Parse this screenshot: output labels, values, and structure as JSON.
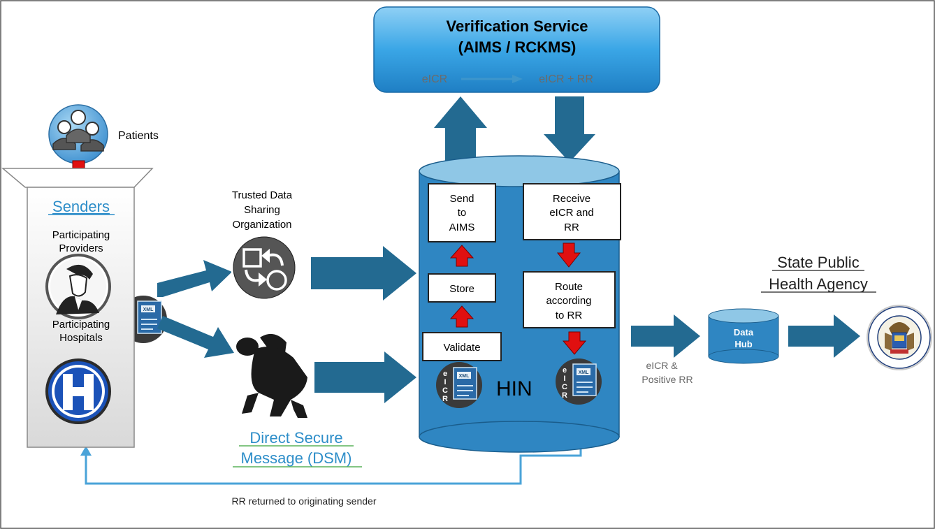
{
  "verification": {
    "title_line1": "Verification Service",
    "title_line2": "(AIMS / RCKMS)",
    "flow_from": "eICR",
    "flow_to": "eICR + RR"
  },
  "patients_label": "Patients",
  "senders": {
    "title": "Senders",
    "providers_line1": "Participating",
    "providers_line2": "Providers",
    "hospitals_line1": "Participating",
    "hospitals_line2": "Hospitals"
  },
  "trusted_org": {
    "line1": "Trusted Data",
    "line2": "Sharing",
    "line3": "Organization"
  },
  "dsm": {
    "line1": "Direct Secure",
    "line2": "Message (DSM)"
  },
  "hin": {
    "label": "HIN",
    "send_line1": "Send",
    "send_line2": "to",
    "send_line3": "AIMS",
    "store": "Store",
    "validate": "Validate",
    "receive_line1": "Receive",
    "receive_line2": "eICR and",
    "receive_line3": "RR",
    "route_line1": "Route",
    "route_line2": "according",
    "route_line3": "to RR"
  },
  "doc_icon": {
    "side_letters": [
      "e",
      "I",
      "C",
      "R"
    ],
    "tag": "XML"
  },
  "output_label_line1": "eICR &",
  "output_label_line2": "Positive RR",
  "data_hub": {
    "line1": "Data",
    "line2": "Hub"
  },
  "agency": {
    "line1": "State Public",
    "line2": "Health Agency"
  },
  "return_label": "RR returned to originating sender",
  "colors": {
    "arrow_blue": "#236a91",
    "cylinder_blue": "#2f86c2",
    "cylinder_top": "#8fc7e6",
    "red_arrow": "#e01010",
    "link_blue": "#2e8ec9",
    "verification_blue": "#2a8fd2"
  }
}
